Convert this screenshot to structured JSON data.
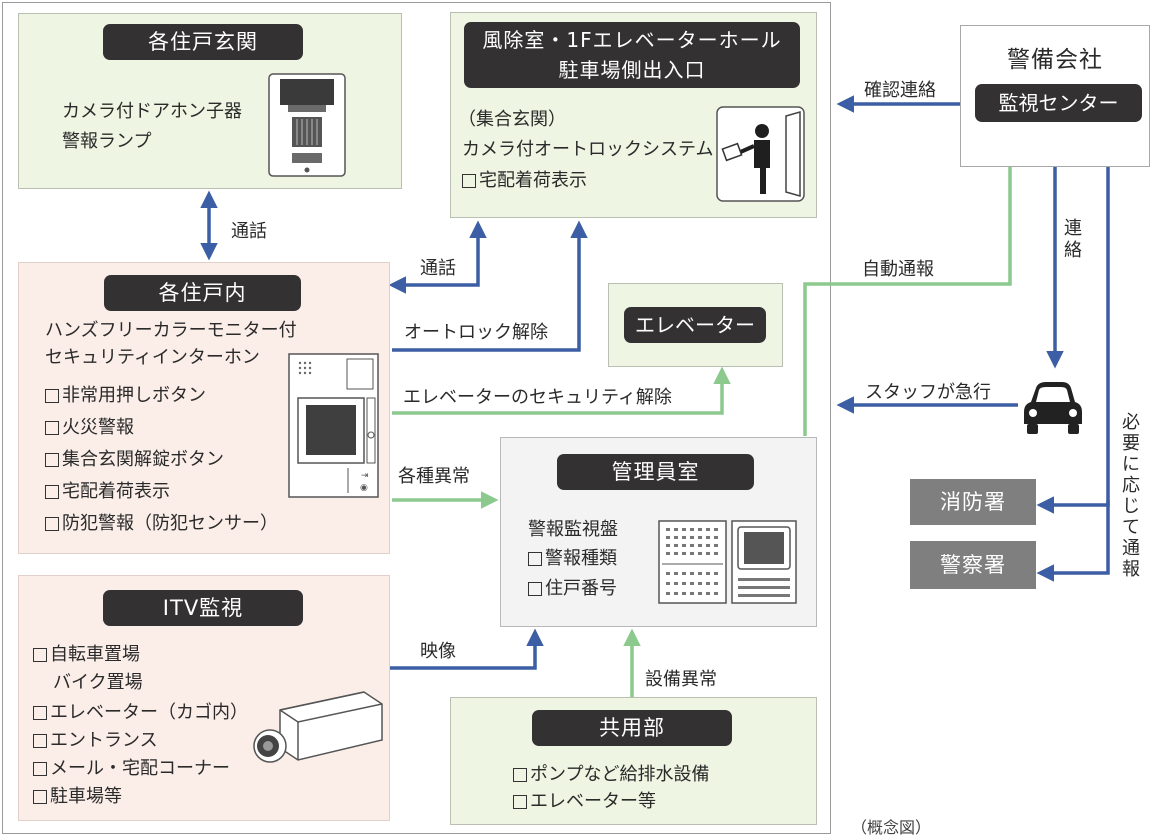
{
  "entrance": {
    "title": "各住戸玄関",
    "items": [
      "カメラ付ドアホン子器",
      "警報ランプ"
    ]
  },
  "lobby": {
    "title_line1": "風除室・1Fエレベーターホール",
    "title_line2": "駐車場側出入口",
    "subtitle": "（集合玄関）",
    "item1": "カメラ付オートロックシステム",
    "item2": "宅配着荷表示"
  },
  "unit": {
    "title": "各住戸内",
    "line1": "ハンズフリーカラーモニター付",
    "line2": "セキュリティインターホン",
    "checks": [
      "非常用押しボタン",
      "火災警報",
      "集合玄関解錠ボタン",
      "宅配着荷表示",
      "防犯警報（防犯センサー）"
    ]
  },
  "elevator": {
    "title": "エレベーター"
  },
  "manager": {
    "title": "管理員室",
    "item1": "警報監視盤",
    "checks": [
      "警報種類",
      "住戸番号"
    ]
  },
  "itv": {
    "title": "ITV監視",
    "items": [
      "自転車置場",
      "バイク置場",
      "エレベーター（カゴ内）",
      "エントランス",
      "メール・宅配コーナー",
      "駐車場等"
    ]
  },
  "common": {
    "title": "共用部",
    "checks": [
      "ポンプなど給排水設備",
      "エレベーター等"
    ]
  },
  "security": {
    "title": "警備会社",
    "center": "監視センター"
  },
  "fire_station": "消防署",
  "police_station": "警察署",
  "labels": {
    "call1": "通話",
    "call2": "通話",
    "autolock": "オートロック解除",
    "elevator_release": "エレベーターのセキュリティ解除",
    "alarms": "各種異常",
    "video": "映像",
    "equipment": "設備異常",
    "auto_report": "自動通報",
    "confirm": "確認連絡",
    "contact": "連絡",
    "staff": "スタッフが急行",
    "report": "必要に応じて通報",
    "note": "（概念図）"
  },
  "colors": {
    "blue": "#3c5ea4",
    "green": "#8cc98d",
    "pill": "#333131"
  },
  "icons": [
    "door-intercom-icon",
    "autolock-panel-icon",
    "intercom-monitor-icon",
    "alarm-panel-icon",
    "cctv-camera-icon",
    "car-icon"
  ]
}
